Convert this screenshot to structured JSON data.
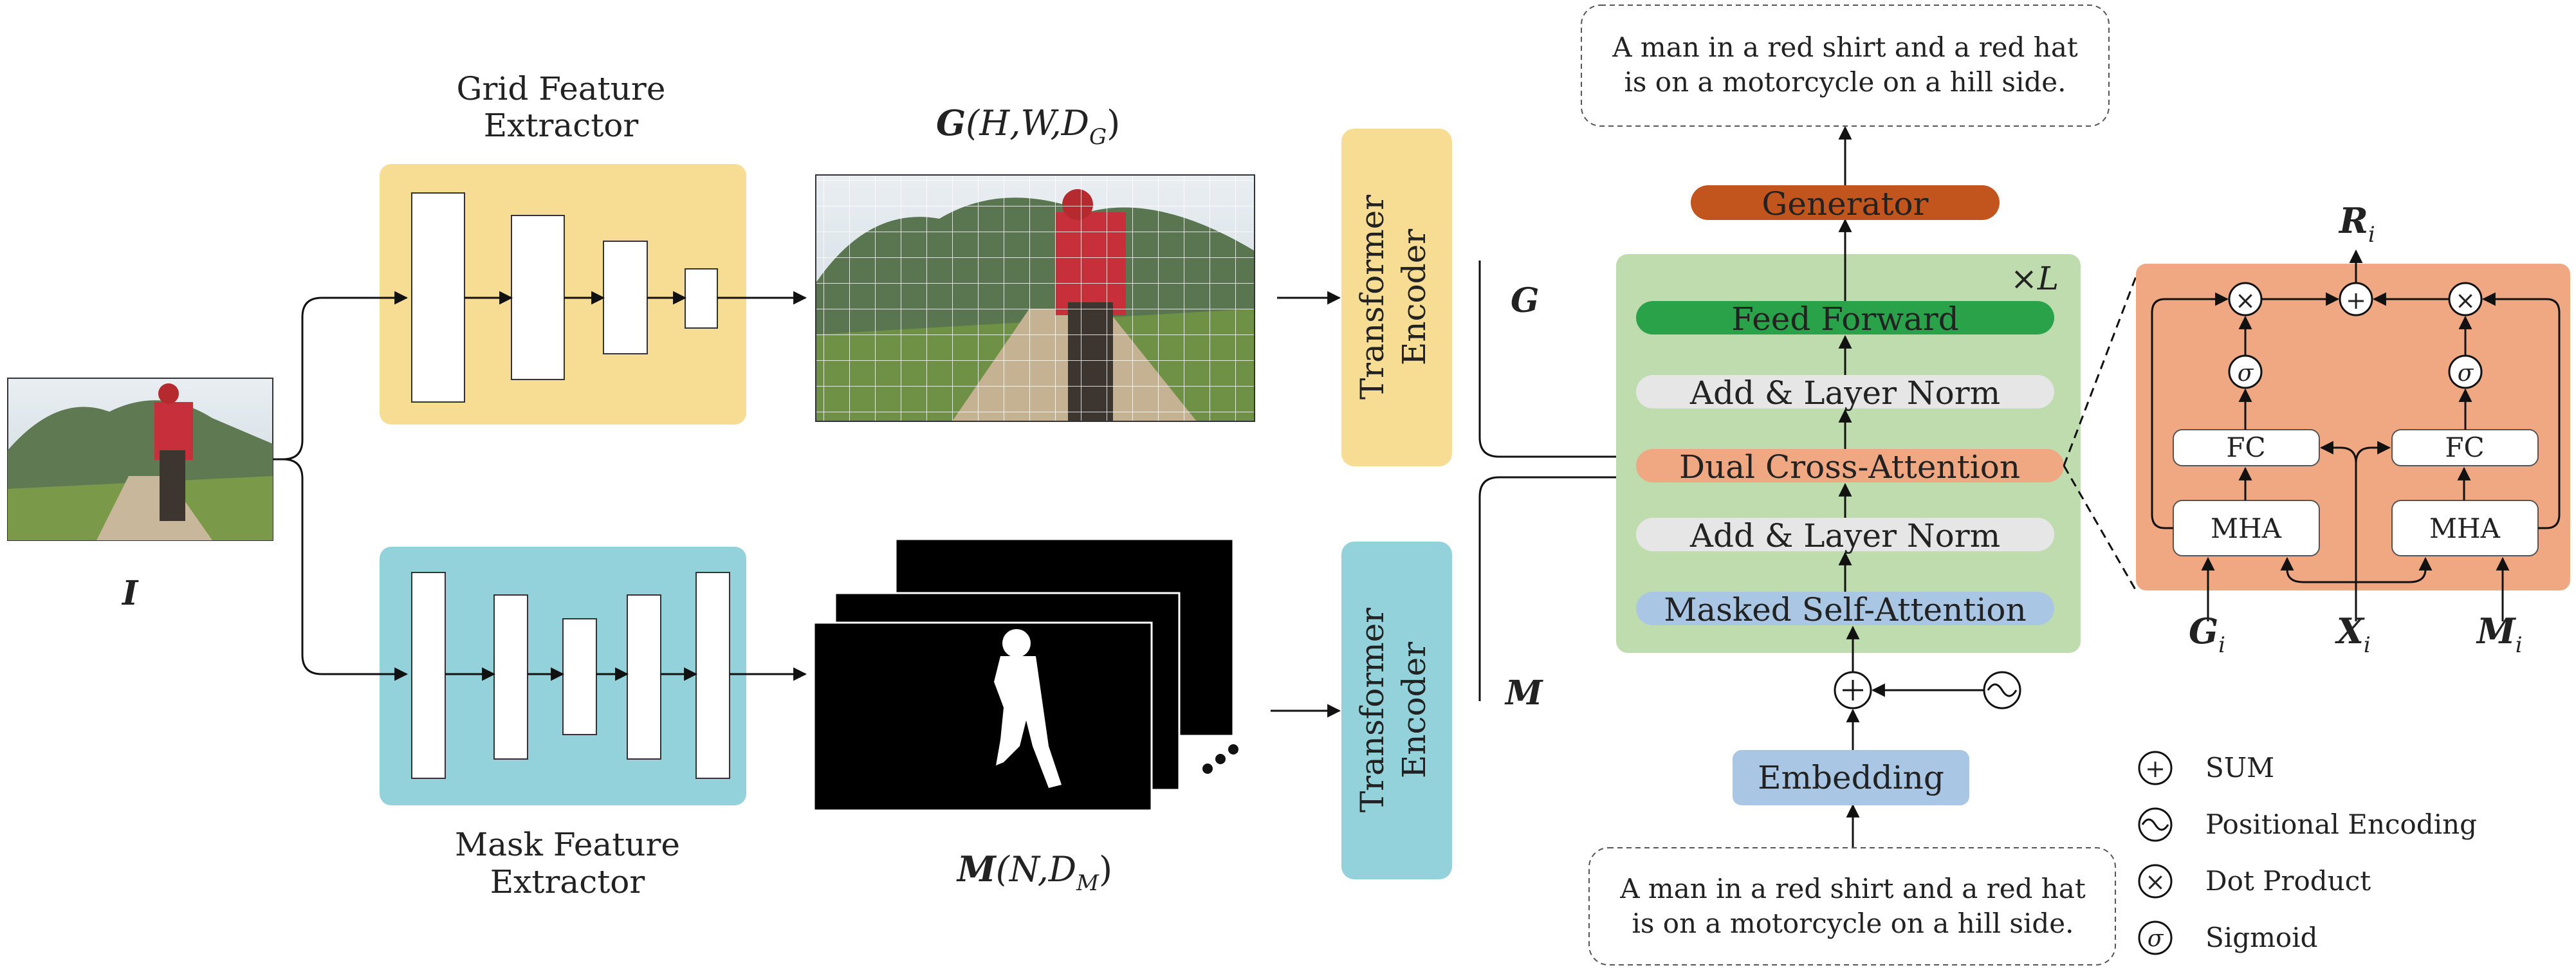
{
  "colors": {
    "grid_block": "#f7dd94",
    "mask_block": "#93d2db",
    "transformer": "#93d2db",
    "transformer_top": "#f7dd94",
    "decoder_bg": "#bfdcae",
    "feed_forward": "#2aa24a",
    "add_norm": "#e6e6e6",
    "dual_attn": "#efa882",
    "masked_attn": "#a9c6e4",
    "generator": "#c2541e",
    "embedding": "#a9c6e4",
    "fusion_bg": "#efa882"
  },
  "input_label": "I",
  "grid_extractor": {
    "line1": "Grid Feature",
    "line2": "Extractor"
  },
  "mask_extractor": {
    "line1": "Mask Feature",
    "line2": "Extractor"
  },
  "grid_feature": {
    "bold": "G",
    "args": "(H,W,D",
    "sub": "G",
    "close": ")"
  },
  "mask_feature": {
    "bold": "M",
    "args": "(N,D",
    "sub": "M",
    "close": ")"
  },
  "transformer_encoder": {
    "line1": "Transformer",
    "line2": "Encoder"
  },
  "encoder_outputs": {
    "grid": "G",
    "mask": "M"
  },
  "decoder": {
    "repeat": "×L",
    "feed_forward": "Feed Forward",
    "add_norm_top": "Add & Layer Norm",
    "dual_attn": "Dual Cross-Attention",
    "add_norm_bottom": "Add & Layer Norm",
    "masked_attn": "Masked Self-Attention"
  },
  "generator": "Generator",
  "embedding": "Embedding",
  "caption_output": {
    "line1": "A man in a red shirt and a red hat",
    "line2": "is on a motorcycle on a hill side."
  },
  "caption_input": {
    "line1": "A man in a red shirt and a red hat",
    "line2": "is on a motorcycle on a hill side."
  },
  "fusion": {
    "output": "R",
    "output_sub": "i",
    "fc": "FC",
    "mha": "MHA",
    "sigma": "σ",
    "in_g": "G",
    "in_g_sub": "i",
    "in_x": "X",
    "in_x_sub": "i",
    "in_m": "M",
    "in_m_sub": "i"
  },
  "legend": [
    {
      "symbol": "+",
      "label": "SUM"
    },
    {
      "symbol": "~",
      "label": "Positional Encoding"
    },
    {
      "symbol": "×",
      "label": "Dot Product"
    },
    {
      "symbol": "σ",
      "label": "Sigmoid"
    }
  ]
}
